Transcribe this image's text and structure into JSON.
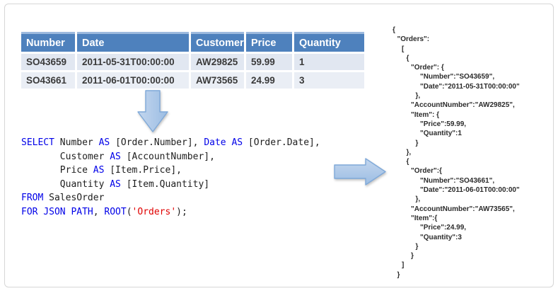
{
  "table": {
    "columns": [
      "Number",
      "Date",
      "Customer",
      "Price",
      "Quantity"
    ],
    "rows": [
      [
        "SO43659",
        "2011-05-31T00:00:00",
        "AW29825",
        "59.99",
        "1"
      ],
      [
        "SO43661",
        "2011-06-01T00:00:00",
        "AW73565",
        "24.99",
        "3"
      ]
    ]
  },
  "sql": {
    "lines": [
      [
        {
          "c": "kw",
          "t": "SELECT"
        },
        {
          "c": "pl",
          "t": " Number "
        },
        {
          "c": "kw",
          "t": "AS"
        },
        {
          "c": "pl",
          "t": " [Order.Number], "
        },
        {
          "c": "kw",
          "t": "Date"
        },
        {
          "c": "pl",
          "t": " "
        },
        {
          "c": "kw",
          "t": "AS"
        },
        {
          "c": "pl",
          "t": " [Order.Date],"
        }
      ],
      [
        {
          "c": "pl",
          "t": "       Customer "
        },
        {
          "c": "kw",
          "t": "AS"
        },
        {
          "c": "pl",
          "t": " [AccountNumber],"
        }
      ],
      [
        {
          "c": "pl",
          "t": "       Price "
        },
        {
          "c": "kw",
          "t": "AS"
        },
        {
          "c": "pl",
          "t": " [Item.Price],"
        }
      ],
      [
        {
          "c": "pl",
          "t": "       Quantity "
        },
        {
          "c": "kw",
          "t": "AS"
        },
        {
          "c": "pl",
          "t": " [Item.Quantity]"
        }
      ],
      [
        {
          "c": "kw",
          "t": "FROM"
        },
        {
          "c": "pl",
          "t": " SalesOrder"
        }
      ],
      [
        {
          "c": "kw",
          "t": "FOR JSON PATH"
        },
        {
          "c": "pl",
          "t": ", "
        },
        {
          "c": "kw",
          "t": "ROOT"
        },
        {
          "c": "pl",
          "t": "("
        },
        {
          "c": "str",
          "t": "'Orders'"
        },
        {
          "c": "pl",
          "t": ");"
        }
      ]
    ]
  },
  "json_output": {
    "lines": [
      {
        "i": 0,
        "t": "{"
      },
      {
        "i": 1,
        "t": "\"Orders\":"
      },
      {
        "i": 2,
        "t": "["
      },
      {
        "i": 3,
        "t": "{"
      },
      {
        "i": 4,
        "t": "\"Order\": {"
      },
      {
        "i": 6,
        "t": "\"Number\":\"SO43659\","
      },
      {
        "i": 6,
        "t": "\"Date\":\"2011-05-31T00:00:00\""
      },
      {
        "i": 5,
        "t": "},"
      },
      {
        "i": 4,
        "t": "\"AccountNumber\":\"AW29825\","
      },
      {
        "i": 4,
        "t": "\"Item\": {"
      },
      {
        "i": 6,
        "t": "\"Price\":59.99,"
      },
      {
        "i": 6,
        "t": "\"Quantity\":1"
      },
      {
        "i": 5,
        "t": "}"
      },
      {
        "i": 3,
        "t": "},"
      },
      {
        "i": 3,
        "t": "{"
      },
      {
        "i": 4,
        "t": "\"Order\":{"
      },
      {
        "i": 6,
        "t": "\"Number\":\"SO43661\","
      },
      {
        "i": 6,
        "t": "\"Date\":\"2011-06-01T00:00:00\""
      },
      {
        "i": 5,
        "t": "},"
      },
      {
        "i": 4,
        "t": "\"AccountNumber\":\"AW73565\","
      },
      {
        "i": 4,
        "t": "\"Item\":{"
      },
      {
        "i": 6,
        "t": "\"Price\":24.99,"
      },
      {
        "i": 6,
        "t": "\"Quantity\":3"
      },
      {
        "i": 5,
        "t": "}"
      },
      {
        "i": 4,
        "t": "}"
      },
      {
        "i": 2,
        "t": "]"
      },
      {
        "i": 1,
        "t": "}"
      }
    ]
  },
  "icons": {
    "down_arrow": "down-arrow",
    "right_arrow": "right-arrow"
  },
  "colors": {
    "table_header_bg": "#4e81bd",
    "table_header_top_border": "#9dbade",
    "table_row_odd_bg": "#e1e7f1",
    "table_row_even_bg": "#eaeef5",
    "sql_keyword": "#0000e8",
    "sql_string": "#e00000",
    "sql_plain": "#1e1e1e",
    "arrow_fill_light": "#c3d6ee",
    "arrow_fill_dark": "#9cbde3",
    "arrow_stroke": "#7fa9d9",
    "frame_border": "#d6d6d6"
  }
}
